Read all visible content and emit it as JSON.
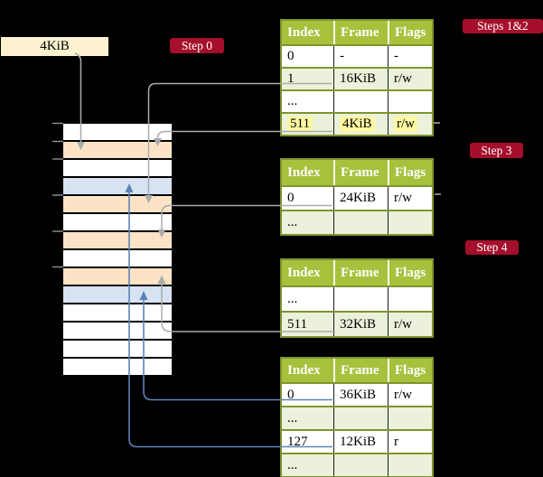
{
  "colors": {
    "background": "#000000",
    "header_green": "#a7c13d",
    "olive_border": "#7d952d",
    "row_green": "#ebf1da",
    "highlight_yellow": "#fdf8a2",
    "box_cream": "#fcf2cf",
    "row_peach": "#fce3c6",
    "row_blue": "#d7e3f2",
    "label_red": "#a50f2b",
    "arrow_gray": "#ababab",
    "arrow_blue": "#5e82b6",
    "tick_gray": "#999999"
  },
  "pointer_box": {
    "label": "4KiB"
  },
  "step_labels": {
    "step0": "Step 0",
    "steps12": "Steps 1&2",
    "step3": "Step 3",
    "step4": "Step 4"
  },
  "memory_stack": {
    "rows": [
      "white",
      "peach",
      "white",
      "blue",
      "peach",
      "white",
      "peach",
      "white",
      "peach",
      "blue",
      "white",
      "white",
      "white",
      "white"
    ]
  },
  "tables": [
    {
      "name": "page-table-steps-1-2",
      "headers": [
        "Index",
        "Frame",
        "Flags"
      ],
      "rows": [
        {
          "cells": [
            "0",
            "-",
            "-"
          ],
          "shaded": false,
          "highlight": false
        },
        {
          "cells": [
            "1",
            "16KiB",
            "r/w"
          ],
          "shaded": true,
          "highlight": false
        },
        {
          "cells": [
            "...",
            "",
            ""
          ],
          "shaded": false,
          "highlight": false
        },
        {
          "cells": [
            "511",
            "4KiB",
            "r/w"
          ],
          "shaded": true,
          "highlight": true
        }
      ]
    },
    {
      "name": "page-table-step-3",
      "headers": [
        "Index",
        "Frame",
        "Flags"
      ],
      "rows": [
        {
          "cells": [
            "0",
            "24KiB",
            "r/w"
          ],
          "shaded": false,
          "highlight": false
        },
        {
          "cells": [
            "...",
            "",
            ""
          ],
          "shaded": true,
          "highlight": false
        }
      ]
    },
    {
      "name": "page-table-step-4",
      "headers": [
        "Index",
        "Frame",
        "Flags"
      ],
      "rows": [
        {
          "cells": [
            "...",
            "",
            ""
          ],
          "shaded": false,
          "highlight": false
        },
        {
          "cells": [
            "511",
            "32KiB",
            "r/w"
          ],
          "shaded": true,
          "highlight": false
        }
      ]
    },
    {
      "name": "page-table-final",
      "headers": [
        "Index",
        "Frame",
        "Flags"
      ],
      "rows": [
        {
          "cells": [
            "0",
            "36KiB",
            "r/w"
          ],
          "shaded": false,
          "highlight": false
        },
        {
          "cells": [
            "...",
            "",
            ""
          ],
          "shaded": true,
          "highlight": false
        },
        {
          "cells": [
            "127",
            "12KiB",
            "r"
          ],
          "shaded": false,
          "highlight": false
        },
        {
          "cells": [
            "...",
            "",
            ""
          ],
          "shaded": true,
          "highlight": false
        }
      ]
    }
  ]
}
